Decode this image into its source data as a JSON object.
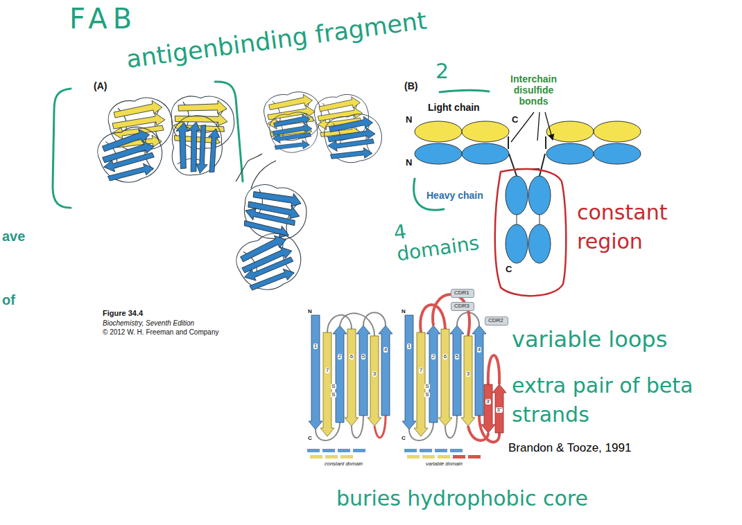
{
  "diagram": {
    "nodes": [
      {
        "text": [
          "CDR1"
        ]
      },
      {
        "text": [
          "CDR3"
        ]
      },
      {
        "text": [
          "CDR2"
        ]
      }
    ],
    "labels": [
      "FAB",
      "antigenbinding fragment",
      "(A)",
      "(B)",
      "2",
      "Interchain disulfide bonds",
      "Light chain",
      "N",
      "C",
      "N",
      "Heavy chain",
      "4 domains",
      "constant region",
      "C",
      "ave",
      "of",
      "Figure 34.4",
      "Biochemistry, Seventh Edition",
      "© 2012 W. H. Freeman and Company",
      "variable loops",
      "extra pair of beta strands",
      "buries hydrophobic core",
      "Brandon & Tooze, 1991",
      "N",
      "C",
      "1",
      "7",
      "2",
      "6",
      "5",
      "3",
      "4",
      "S",
      "S",
      "N",
      "C",
      "1",
      "7",
      "2",
      "6",
      "5",
      "3",
      "4",
      "S",
      "S",
      "3'",
      "3''",
      "constant domain",
      "variable domain"
    ]
  }
}
